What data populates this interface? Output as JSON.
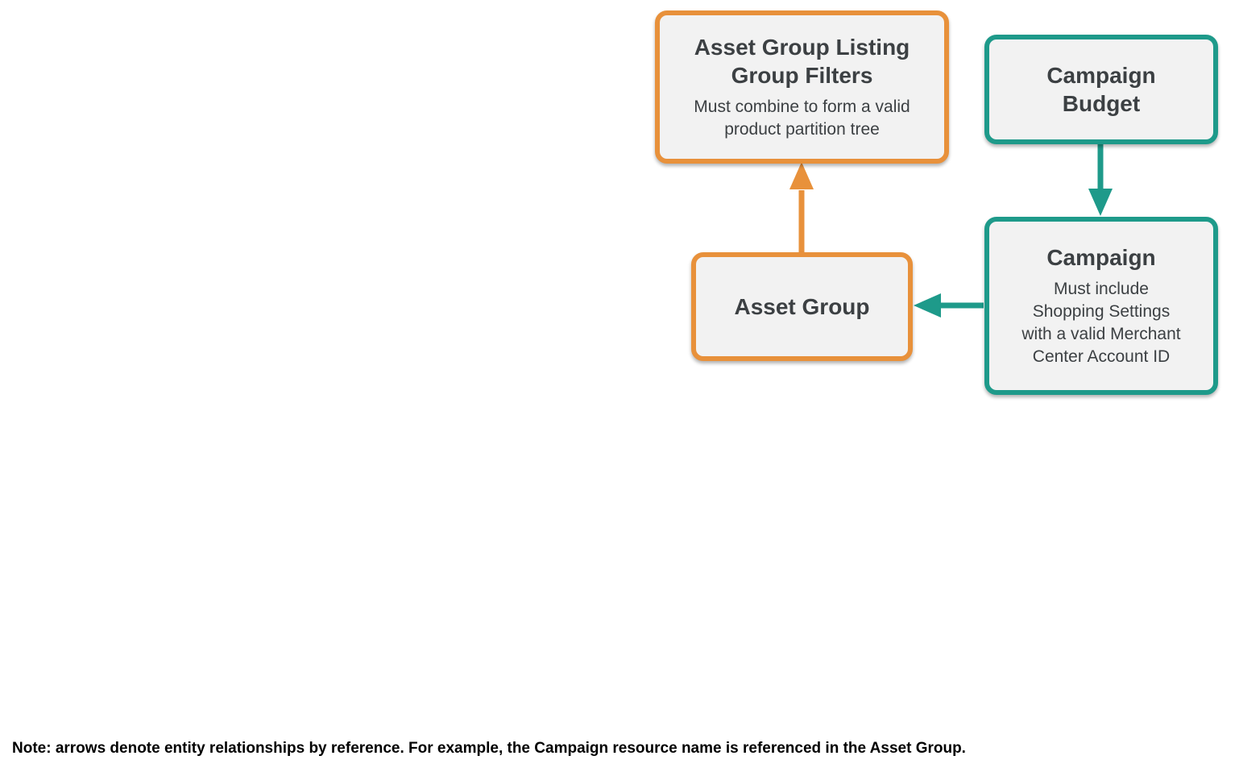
{
  "colors": {
    "background": "#ffffff",
    "box_fill": "#f2f2f2",
    "orange": "#e8913b",
    "teal": "#1e9a8a",
    "text": "#3c4043",
    "note_text": "#000000"
  },
  "nodes": {
    "filters": {
      "title": "Asset Group Listing\nGroup Filters",
      "subtitle": "Must combine to form a valid\nproduct partition tree"
    },
    "campaign_budget": {
      "title": "Campaign\nBudget"
    },
    "campaign": {
      "title": "Campaign",
      "subtitle": "Must include\nShopping Settings\nwith a valid Merchant\nCenter Account ID"
    },
    "asset_group": {
      "title": "Asset Group"
    }
  },
  "edges": [
    {
      "from": "Asset Group",
      "to": "Asset Group Listing Group Filters",
      "color": "orange"
    },
    {
      "from": "Campaign Budget",
      "to": "Campaign",
      "color": "teal"
    },
    {
      "from": "Campaign",
      "to": "Asset Group",
      "color": "teal"
    }
  ],
  "note": "Note: arrows denote entity relationships by reference. For example, the Campaign resource name is referenced in the Asset Group."
}
